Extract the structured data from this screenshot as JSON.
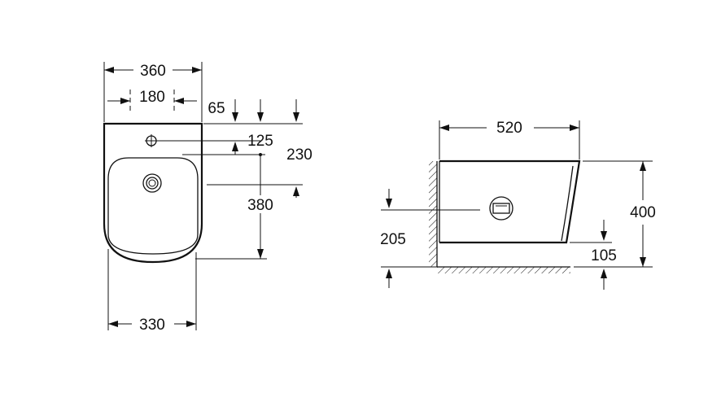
{
  "front_view": {
    "dims": {
      "overall_width": "360",
      "fixing_spacing": "180",
      "top_offset": "65",
      "tap_hole_depth": "125",
      "bowl_depth": "230",
      "outlet_depth": "380",
      "base_width": "330"
    }
  },
  "side_view": {
    "dims": {
      "projection": "520",
      "height": "400",
      "outlet_height": "205",
      "foot_height": "105"
    }
  },
  "colors": {
    "line": "#111111",
    "background": "#ffffff"
  }
}
